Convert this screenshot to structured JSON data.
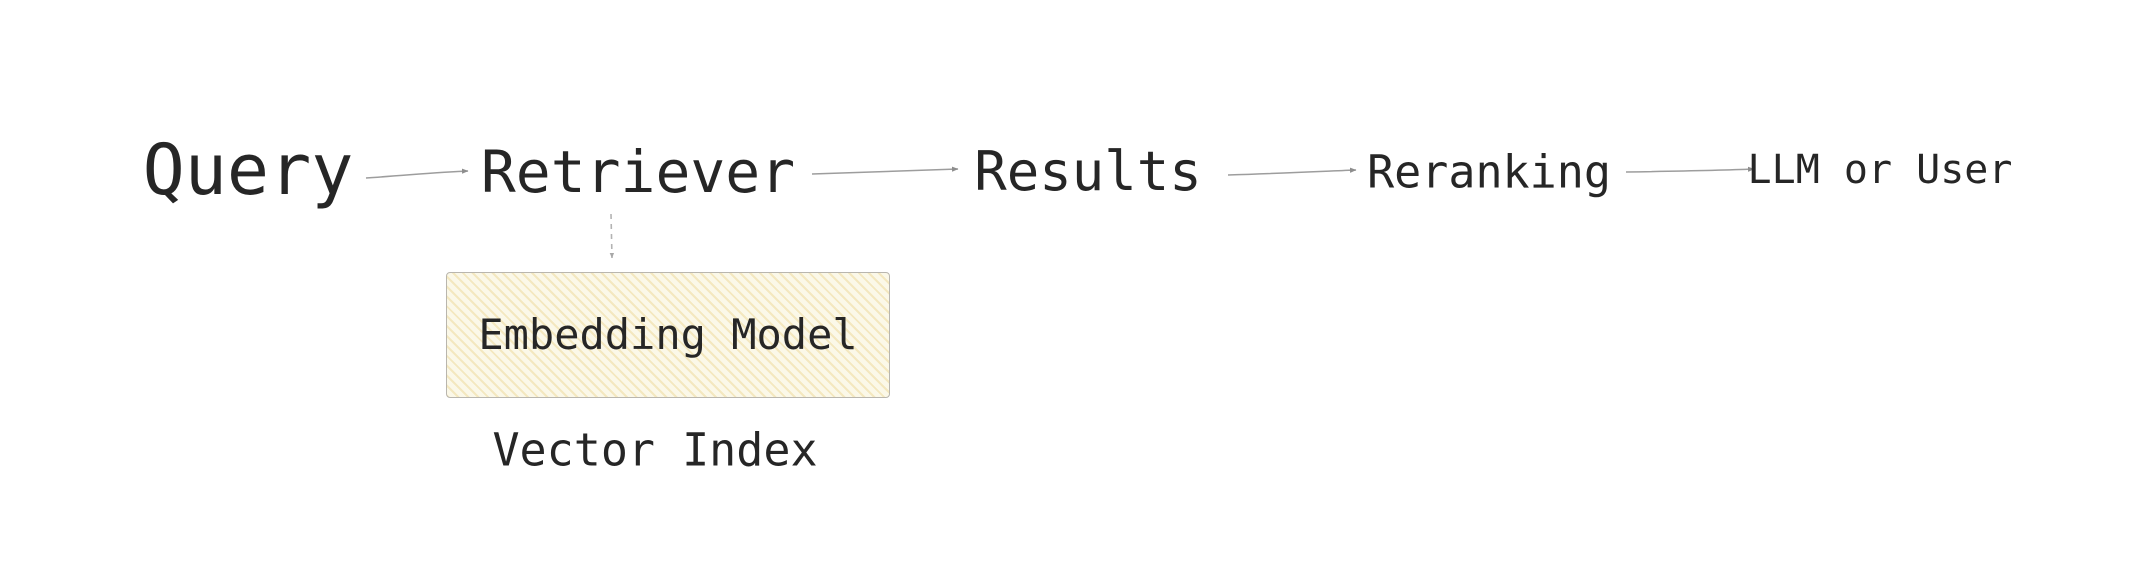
{
  "diagram": {
    "title_present": false,
    "background_color": "#ffffff",
    "text_color": "#262626",
    "edge_color": "#9a9a9a",
    "box_fill_color": "#fbf8e8",
    "box_hatch_color": "#e2c160",
    "box_border_color": "#b9b6ae",
    "pipeline": {
      "nodes": [
        {
          "id": "query",
          "label": "Query"
        },
        {
          "id": "retriever",
          "label": "Retriever"
        },
        {
          "id": "results",
          "label": "Results"
        },
        {
          "id": "reranking",
          "label": "Reranking"
        },
        {
          "id": "llm_or_user",
          "label": "LLM or User"
        }
      ],
      "edges": [
        {
          "from": "query",
          "to": "retriever",
          "style": "solid-arrow"
        },
        {
          "from": "retriever",
          "to": "results",
          "style": "solid-arrow"
        },
        {
          "from": "results",
          "to": "reranking",
          "style": "solid-arrow"
        },
        {
          "from": "reranking",
          "to": "llm_or_user",
          "style": "solid-arrow"
        }
      ]
    },
    "vector_index": {
      "box_label": "Embedding Model",
      "caption": "Vector Index",
      "edge": {
        "from": "retriever",
        "to": "embedding_model",
        "style": "dashed-arrow"
      }
    }
  }
}
